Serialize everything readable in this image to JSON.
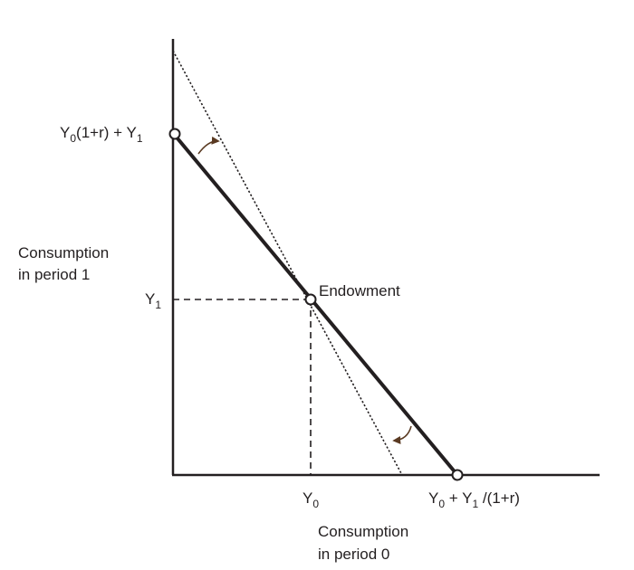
{
  "diagram": {
    "y_axis_title": [
      "Consumption",
      "in period 1"
    ],
    "x_axis_title": [
      "Consumption",
      "in period 0"
    ],
    "y_intercept_label": {
      "base": "Y",
      "sub": "0",
      "rest": "(1+r) + Y",
      "sub2": "1"
    },
    "y1_label": {
      "base": "Y",
      "sub": "1"
    },
    "y0_label": {
      "base": "Y",
      "sub": "0"
    },
    "x_intercept_label": {
      "base": "Y",
      "sub": "0",
      "mid": " + Y",
      "sub2": "1",
      "rest": " /(1+r)"
    },
    "endowment_label": "Endowment",
    "colors": {
      "line": "#231f20",
      "arrow": "#5a3a22"
    }
  }
}
